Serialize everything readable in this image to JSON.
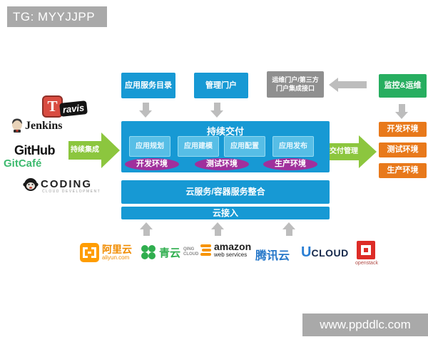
{
  "header": {
    "tag_label": "TG: MYYJJPP"
  },
  "watermark": {
    "text": "www.ppddlc.com"
  },
  "top_portals": {
    "app_service_catalog": "应用服务目录",
    "management_portal": "管理门户",
    "ops_portal_line1": "运维门户/第三方",
    "ops_portal_line2": "门户集成接口"
  },
  "flows": {
    "continuous_integration": "持续集成",
    "delivery_management": "交付管理"
  },
  "continuous_delivery": {
    "title": "持续交付",
    "stages": [
      "应用规划",
      "应用建模",
      "应用配置",
      "应用发布"
    ],
    "environments": [
      "开发环境",
      "测试环境",
      "生产环境"
    ]
  },
  "cloud_layer": {
    "integration": "云服务/容器服务整合",
    "access": "云接入"
  },
  "monitoring_ops": {
    "label": "监控&运维",
    "environments": [
      "开发环境",
      "测试环境",
      "生产环境"
    ]
  },
  "ci_tools": {
    "travis": {
      "icon_letter": "T",
      "banner": "ravis"
    },
    "jenkins": {
      "label": "Jenkins"
    },
    "github": {
      "label": "GitHub"
    },
    "gitcafe": {
      "label": "GitCafé"
    },
    "coding": {
      "label": "CODING",
      "subtitle": "CLOUD DEVELOPMENT"
    }
  },
  "cloud_providers": {
    "aliyun": {
      "name": "阿里云",
      "domain": "aliyun.com"
    },
    "qingcloud": {
      "name": "青云",
      "en_line1": "QING",
      "en_line2": "CLOUD"
    },
    "aws": {
      "name": "amazon",
      "subtitle": "web services"
    },
    "tencent": {
      "name": "腾讯云"
    },
    "ucloud": {
      "initial": "U",
      "rest": "CLOUD"
    },
    "openstack": {
      "name": "openstack"
    }
  },
  "colors": {
    "primary_blue": "#1799d4",
    "light_blue": "#57bee6",
    "purple": "#a0309c",
    "green": "#27ae60",
    "arrow_green": "#8cc63e",
    "orange": "#e8791b",
    "gray": "#8f8f8f",
    "badge_gray": "#a9a9a9"
  }
}
